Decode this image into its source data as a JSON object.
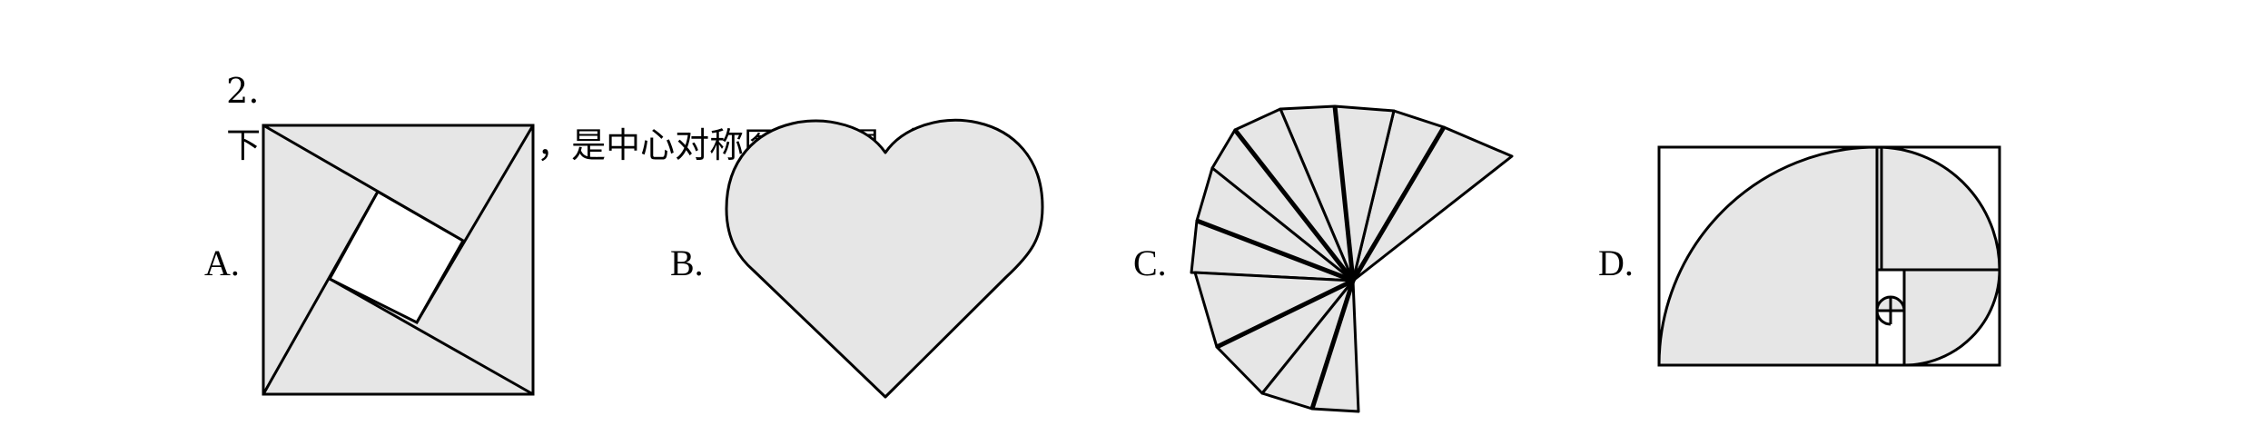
{
  "question": {
    "number": "2.",
    "text": "下列数学经典图形中，是中心对称图形的是（　　）"
  },
  "options": [
    {
      "label": "A.",
      "figure": "pinwheel-square-icon"
    },
    {
      "label": "B.",
      "figure": "heart-icon"
    },
    {
      "label": "C.",
      "figure": "spiral-triangles-icon"
    },
    {
      "label": "D.",
      "figure": "golden-spiral-icon"
    }
  ],
  "colors": {
    "fill": "#e6e6e6",
    "stroke": "#000000",
    "background": "#ffffff"
  }
}
